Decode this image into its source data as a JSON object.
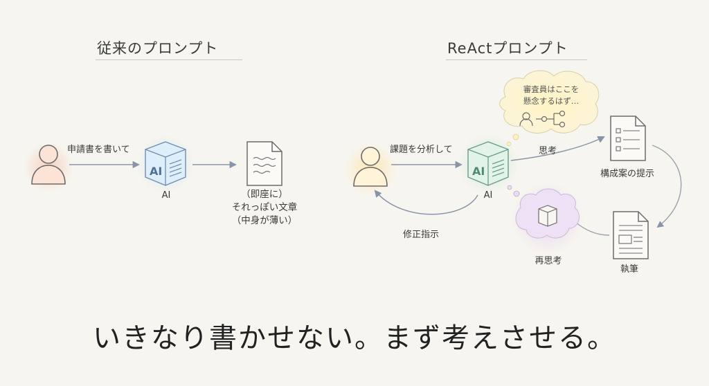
{
  "left": {
    "title": "従来のプロンプト",
    "prompt_label": "申請書を書いて",
    "ai_label": "AI",
    "result_lines": [
      "（即座に）",
      "それっぽい文章",
      "（中身が薄い）"
    ]
  },
  "right": {
    "title": "ReActプロンプト",
    "prompt_label": "課題を分析して",
    "ai_label": "AI",
    "thought_lines": [
      "審査員はここを",
      "懸念するはず…"
    ],
    "think_label": "思考",
    "doc_label": "構成案の提示",
    "write_label": "執筆",
    "rethink_label": "再思考",
    "fix_label": "修正指示"
  },
  "headline": "いきなり書かせない。まず考えさせる。",
  "colors": {
    "person_left": "#f4c9b8",
    "person_right": "#ffe9bf",
    "ai_glow": "#cfe6f7",
    "ai_glow_right": "#cdeedd",
    "thought_bubble": "#fff3c4",
    "rethink_bubble": "#eadcf2",
    "line": "#9aa7bd"
  }
}
